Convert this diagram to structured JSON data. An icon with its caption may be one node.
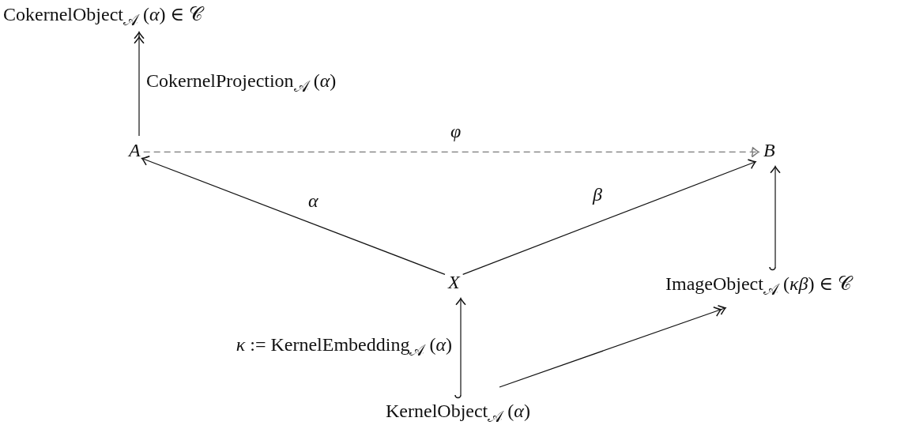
{
  "diagram": {
    "nodes": [
      {
        "text": [
          "CokernelObject$_{𝒜}$ (*α*) ∈ 𝒞"
        ]
      },
      {
        "text": [
          "A"
        ]
      },
      {
        "text": [
          "B"
        ]
      },
      {
        "text": [
          "X"
        ]
      },
      {
        "text": [
          "ImageObject$_{𝒜}$ (*κβ*) ∈ 𝒞"
        ]
      },
      {
        "text": [
          "KernelObject$_{𝒜}$ (*α*)"
        ]
      }
    ],
    "edges": [
      {
        "from": 1,
        "to": 0,
        "arrow": "to",
        "label": "CokernelProjection$_{𝒜}$ (*α*)"
      },
      {
        "from": 1,
        "to": 2,
        "arrow": "to",
        "label": "φ",
        "style": "dashed",
        "color": "#7a7a7a"
      },
      {
        "from": 3,
        "to": 1,
        "arrow": "to",
        "label": "α"
      },
      {
        "from": 3,
        "to": 2,
        "arrow": "to",
        "label": "β"
      },
      {
        "from": 4,
        "to": 2,
        "arrow": "to"
      },
      {
        "from": 5,
        "to": 3,
        "arrow": "to",
        "label": "*κ* := KernelEmbedding$_{𝒜}$ (*α*)"
      },
      {
        "from": 5,
        "to": 4,
        "arrow": "to"
      }
    ]
  }
}
